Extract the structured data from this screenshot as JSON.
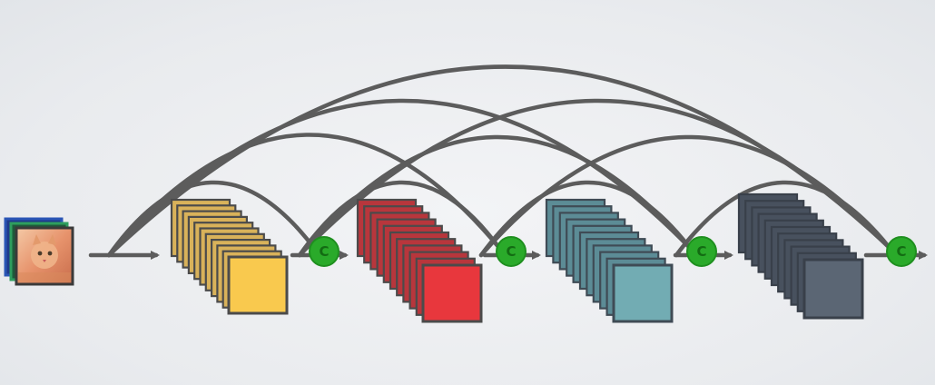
{
  "diagram": {
    "colors": {
      "background": "#eceef1",
      "arrow": "#5c5c5c",
      "concat_node_fill": "#2aaa2a",
      "concat_node_border": "#1f8f1f",
      "concat_label": "#136b13",
      "input_frame_back": "#2a55b5",
      "input_frame_mid": "#2e9e5e",
      "input_frame_front": "#c63a3a"
    },
    "input_image": {
      "icon": "cat-photo-icon"
    },
    "blocks": [
      {
        "name": "block-1-yellow",
        "face": "#f9c94e",
        "layer": "#d9b25a",
        "edge": "#4b4b4b"
      },
      {
        "name": "block-2-red",
        "face": "#e8373d",
        "layer": "#b8363c",
        "edge": "#4b4b4b"
      },
      {
        "name": "block-3-teal",
        "face": "#72acb3",
        "layer": "#5c8c96",
        "edge": "#3f4b55"
      },
      {
        "name": "block-4-slate",
        "face": "#5b6674",
        "layer": "#48515e",
        "edge": "#39404a"
      }
    ],
    "concat_nodes": [
      {
        "label": "C"
      },
      {
        "label": "C"
      },
      {
        "label": "C"
      },
      {
        "label": "C"
      }
    ]
  }
}
